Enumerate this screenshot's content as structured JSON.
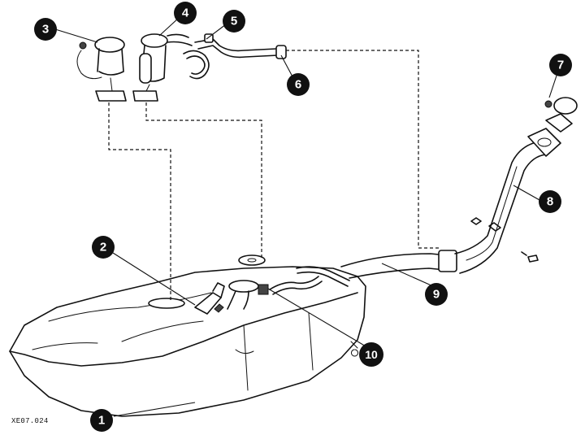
{
  "figure": {
    "reference_code": "XE07.024",
    "callouts": [
      "1",
      "2",
      "3",
      "4",
      "5",
      "6",
      "7",
      "8",
      "9",
      "10"
    ]
  }
}
